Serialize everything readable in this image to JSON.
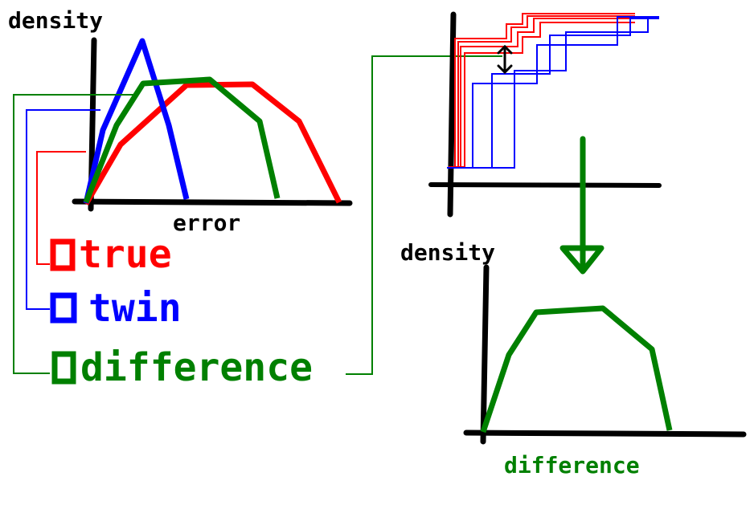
{
  "colors": {
    "axis": "#000000",
    "true": "#ff0000",
    "twin": "#0000ff",
    "difference": "#008000"
  },
  "left_plot": {
    "ylabel": "density",
    "xlabel": "error"
  },
  "legend": {
    "items": [
      {
        "key": "true",
        "label": "true"
      },
      {
        "key": "twin",
        "label": "twin"
      },
      {
        "key": "difference",
        "label": "difference"
      }
    ]
  },
  "right_plot": {
    "ylabel": "density",
    "xlabel": "difference"
  },
  "icons": [
    "double-arrow-icon",
    "down-arrow-icon"
  ]
}
